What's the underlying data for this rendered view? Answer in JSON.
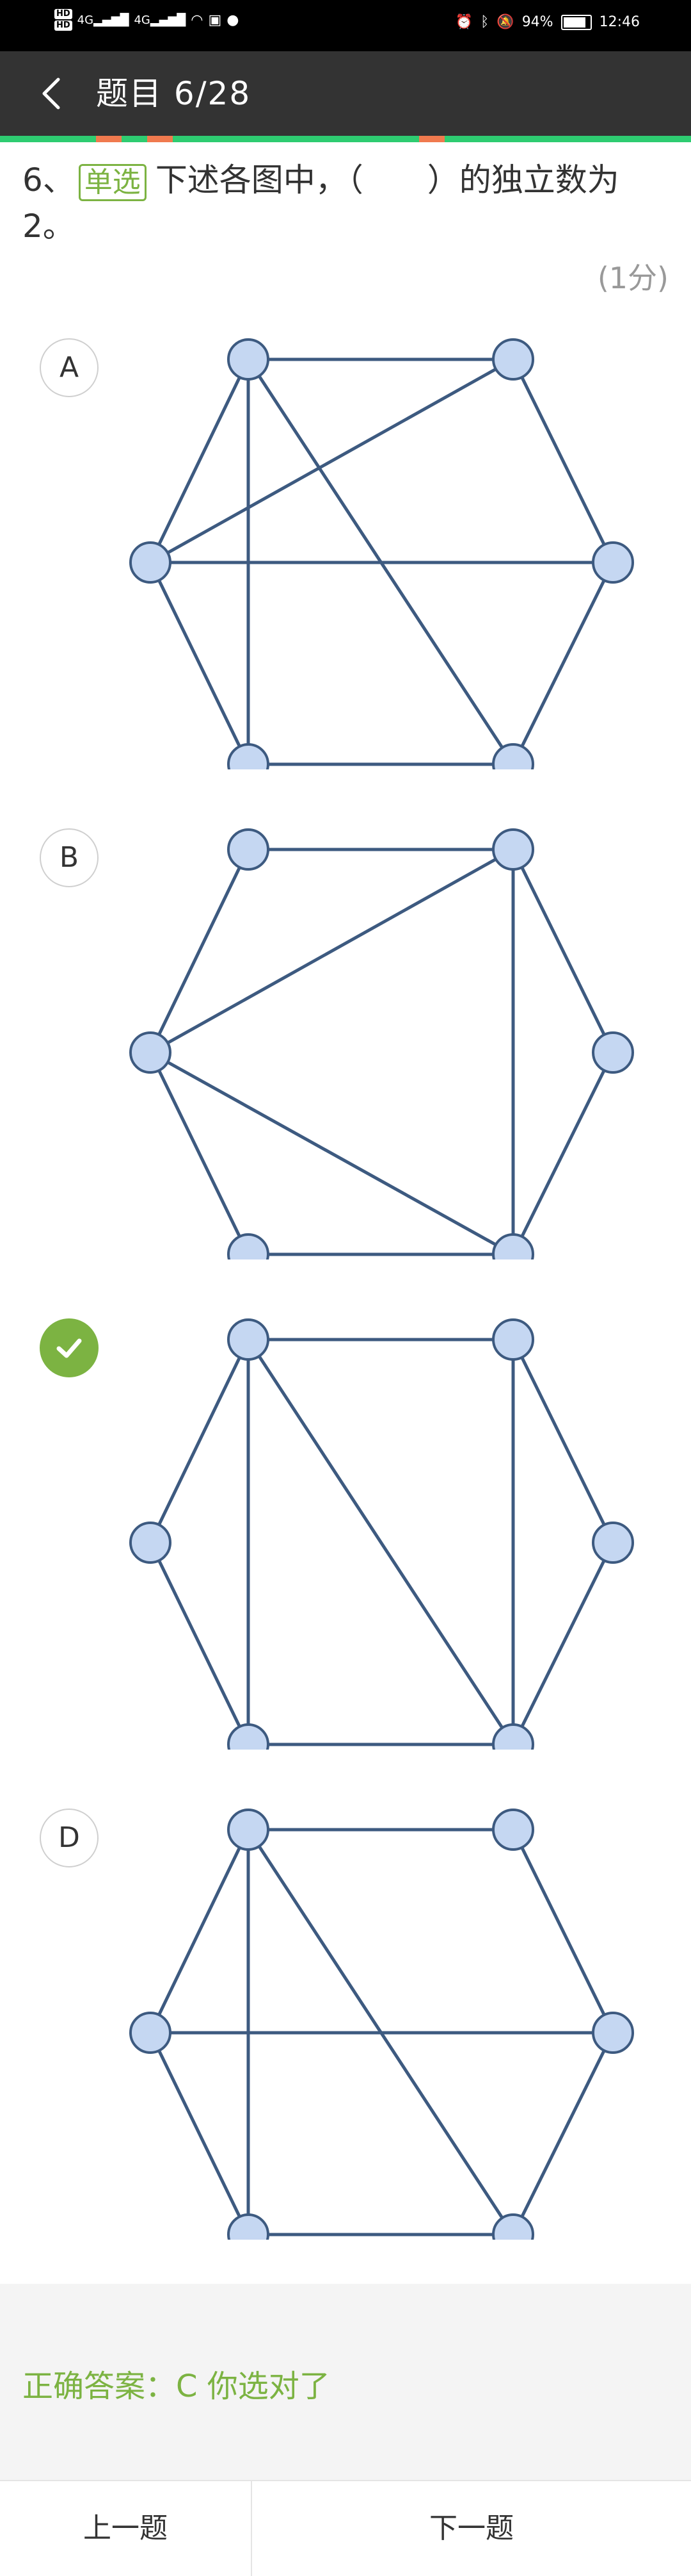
{
  "status_bar": {
    "hd1": "HD",
    "hd2": "HD",
    "net1": "4G",
    "net2": "4G",
    "battery_pct": "94%",
    "time": "12:46"
  },
  "header": {
    "title": "题目 6/28"
  },
  "progress": {
    "current": 6,
    "total": 28
  },
  "question": {
    "number": "6、",
    "tag": "单选",
    "text": "下述各图中，（　　）的独立数为2。",
    "score": "(1分)"
  },
  "options": [
    {
      "letter": "A",
      "correct": false,
      "edges": [
        [
          0,
          1
        ],
        [
          0,
          4
        ],
        [
          1,
          2
        ],
        [
          1,
          5
        ],
        [
          2,
          3
        ],
        [
          3,
          4
        ],
        [
          4,
          5
        ],
        [
          5,
          0
        ],
        [
          0,
          3
        ],
        [
          2,
          5
        ]
      ]
    },
    {
      "letter": "B",
      "correct": false,
      "edges": [
        [
          0,
          1
        ],
        [
          0,
          5
        ],
        [
          1,
          2
        ],
        [
          2,
          3
        ],
        [
          3,
          4
        ],
        [
          4,
          5
        ],
        [
          1,
          3
        ],
        [
          5,
          1
        ],
        [
          5,
          3
        ]
      ]
    },
    {
      "letter": "C",
      "correct": true,
      "edges": [
        [
          0,
          1
        ],
        [
          0,
          5
        ],
        [
          1,
          2
        ],
        [
          2,
          3
        ],
        [
          3,
          4
        ],
        [
          4,
          5
        ],
        [
          0,
          4
        ],
        [
          0,
          3
        ],
        [
          1,
          3
        ]
      ]
    },
    {
      "letter": "D",
      "correct": false,
      "edges": [
        [
          0,
          1
        ],
        [
          0,
          5
        ],
        [
          1,
          2
        ],
        [
          2,
          3
        ],
        [
          3,
          4
        ],
        [
          4,
          5
        ],
        [
          0,
          4
        ],
        [
          0,
          3
        ],
        [
          5,
          2
        ]
      ]
    }
  ],
  "answer": {
    "text": "正确答案：C  你选对了"
  },
  "nav": {
    "prev": "上一题",
    "next": "下一题"
  },
  "colors": {
    "node_fill": "#c5d7f2",
    "node_stroke": "#3d5a80",
    "edge": "#3d5a80",
    "accent_green": "#7cb342",
    "progress_green": "#2ecc71",
    "progress_mark": "#f07a4e",
    "header_bg": "#333333"
  }
}
